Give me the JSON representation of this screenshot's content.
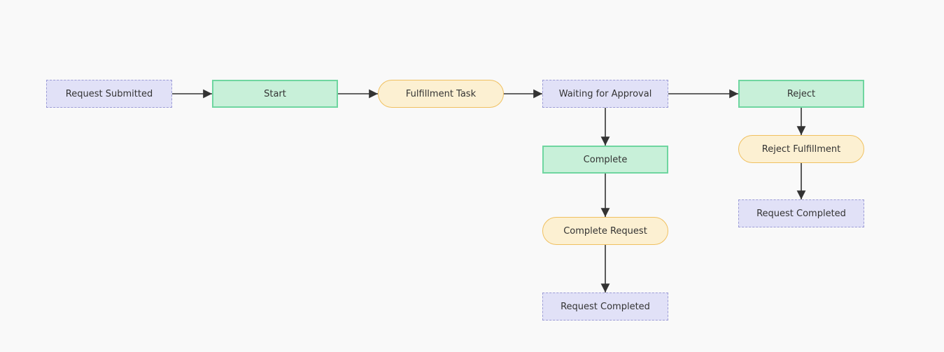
{
  "colors": {
    "background": "#f9f9f9",
    "state_fill": "#e1e1f7",
    "state_border": "#9c9cd6",
    "action_fill": "#c8f0d9",
    "action_border": "#6fd6a0",
    "task_fill": "#fcf0d2",
    "task_border": "#f0c060",
    "edge": "#333333"
  },
  "nodes": [
    {
      "id": "request-submitted",
      "kind": "state",
      "label": "Request Submitted"
    },
    {
      "id": "start",
      "kind": "action",
      "label": "Start"
    },
    {
      "id": "fulfillment-task",
      "kind": "task",
      "label": "Fulfillment Task"
    },
    {
      "id": "waiting-for-approval",
      "kind": "state",
      "label": "Waiting for Approval"
    },
    {
      "id": "reject",
      "kind": "action",
      "label": "Reject"
    },
    {
      "id": "complete",
      "kind": "action",
      "label": "Complete"
    },
    {
      "id": "reject-fulfillment",
      "kind": "task",
      "label": "Reject Fulfillment"
    },
    {
      "id": "request-completed-reject",
      "kind": "state",
      "label": "Request Completed"
    },
    {
      "id": "complete-request",
      "kind": "task",
      "label": "Complete Request"
    },
    {
      "id": "request-completed-complete",
      "kind": "state",
      "label": "Request Completed"
    }
  ],
  "edges": [
    {
      "from": "request-submitted",
      "to": "start"
    },
    {
      "from": "start",
      "to": "fulfillment-task"
    },
    {
      "from": "fulfillment-task",
      "to": "waiting-for-approval"
    },
    {
      "from": "waiting-for-approval",
      "to": "reject"
    },
    {
      "from": "waiting-for-approval",
      "to": "complete"
    },
    {
      "from": "reject",
      "to": "reject-fulfillment"
    },
    {
      "from": "reject-fulfillment",
      "to": "request-completed-reject"
    },
    {
      "from": "complete",
      "to": "complete-request"
    },
    {
      "from": "complete-request",
      "to": "request-completed-complete"
    }
  ]
}
